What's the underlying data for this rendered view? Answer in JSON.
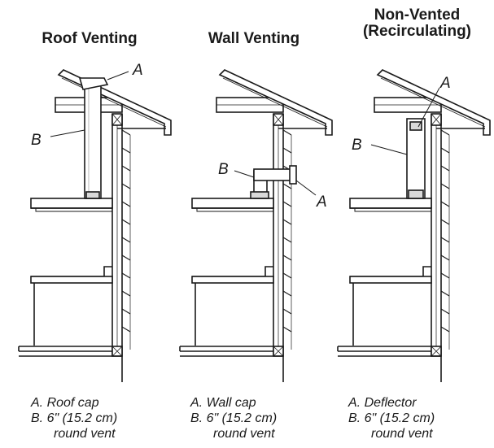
{
  "panels": [
    {
      "title": "Roof Venting",
      "callout_a": "A",
      "callout_b": "B",
      "legend_a": "A.  Roof cap",
      "legend_b_1": "B.  6\" (15.2 cm)",
      "legend_b_2": "round vent"
    },
    {
      "title": "Wall Venting",
      "callout_a": "A",
      "callout_b": "B",
      "legend_a": "A.  Wall cap",
      "legend_b_1": "B.  6\" (15.2 cm)",
      "legend_b_2": "round vent"
    },
    {
      "title_line_1": "Non-Vented",
      "title_line_2": "(Recirculating)",
      "callout_a": "A",
      "callout_b": "B",
      "legend_a": "A.  Deflector",
      "legend_b_1": "B.  6\" (15.2 cm)",
      "legend_b_2": "round vent"
    }
  ],
  "colors": {
    "line": "#1a1a1a",
    "fill": "#ffffff",
    "shade": "#d9d9d9"
  }
}
